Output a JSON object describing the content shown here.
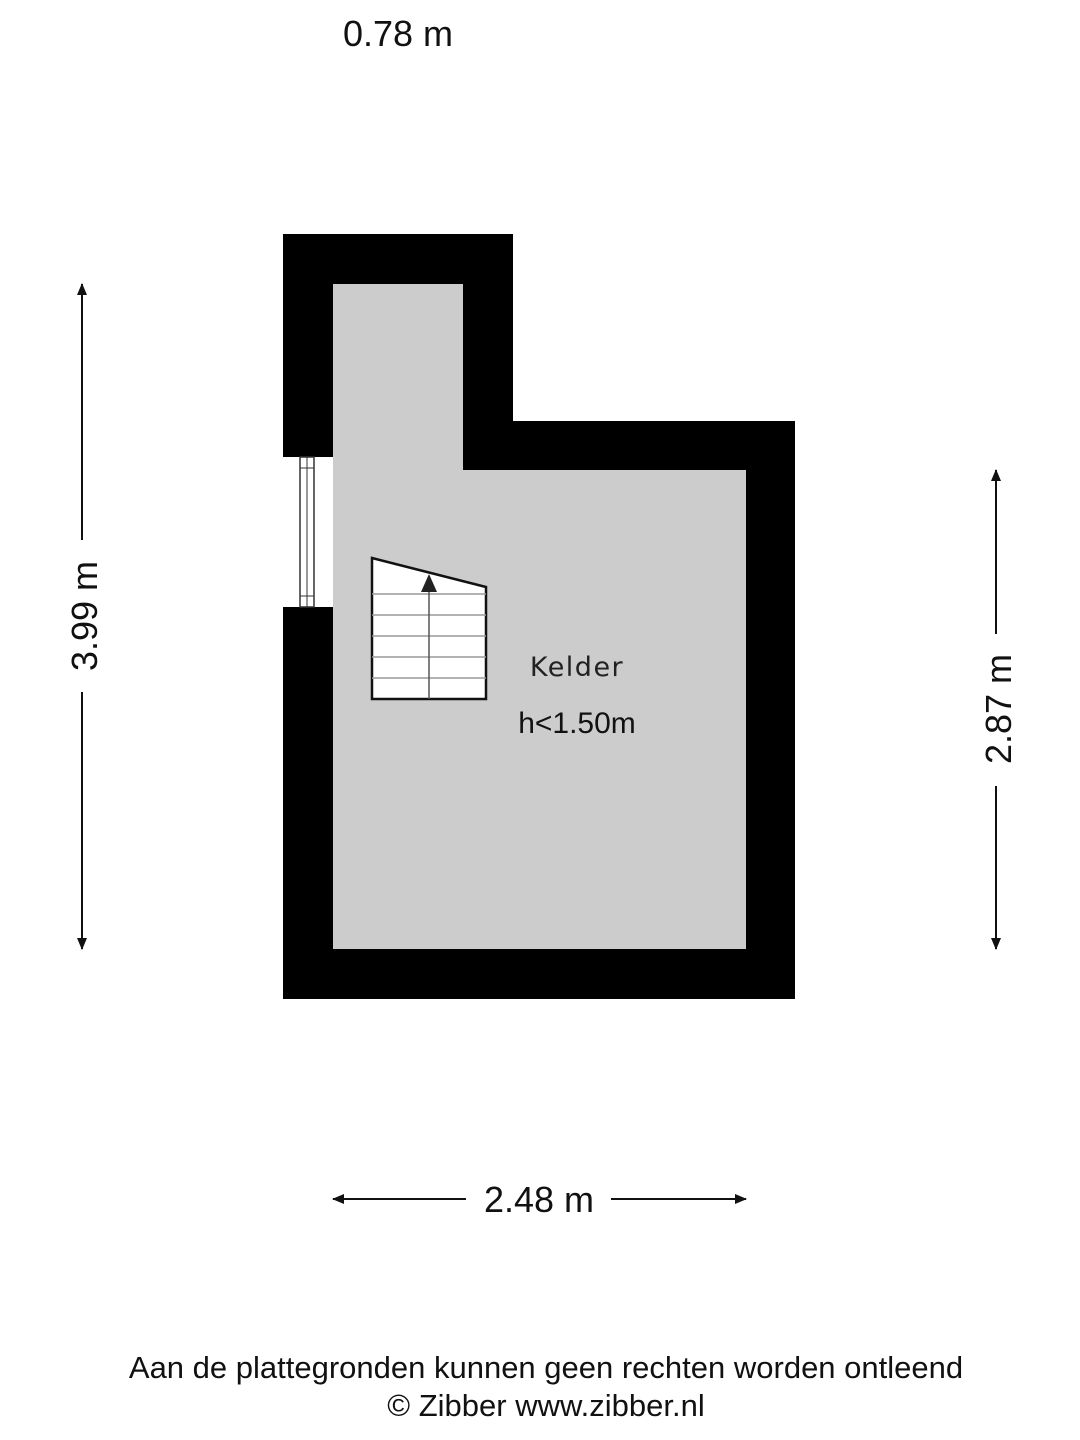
{
  "dimensions": {
    "top": "0.78 m",
    "left": "3.99 m",
    "right": "2.87 m",
    "bottom": "2.48 m"
  },
  "room": {
    "name": "Kelder",
    "height": "h<1.50m"
  },
  "footer": {
    "disclaimer": "Aan de plattegronden kunnen geen rechten worden ontleend",
    "credit": "© Zibber www.zibber.nl"
  },
  "colors": {
    "wall": "#000000",
    "floor": "#cccccc",
    "stair": "#ffffff"
  }
}
